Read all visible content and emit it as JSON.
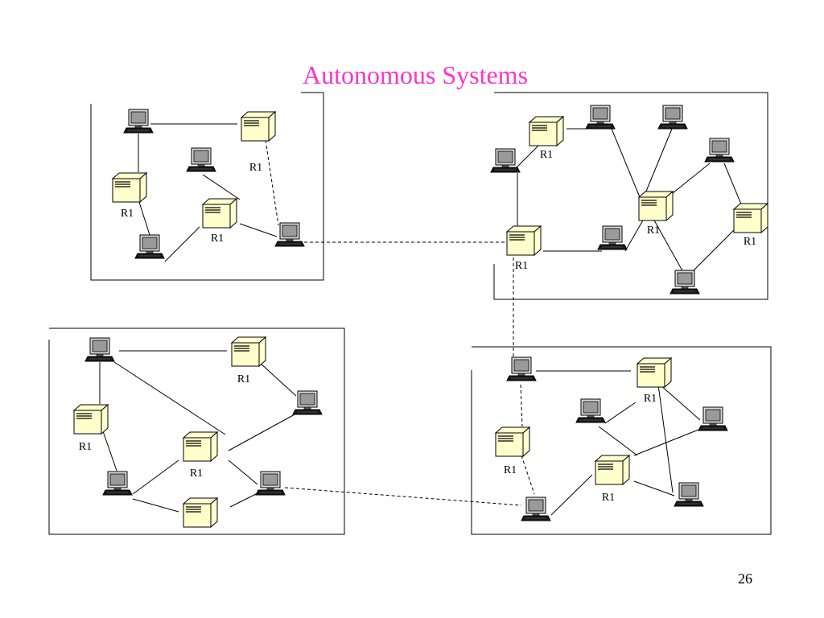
{
  "slide": {
    "title": "Autonomous Systems",
    "page_number": "26"
  },
  "router_label": "R1"
}
